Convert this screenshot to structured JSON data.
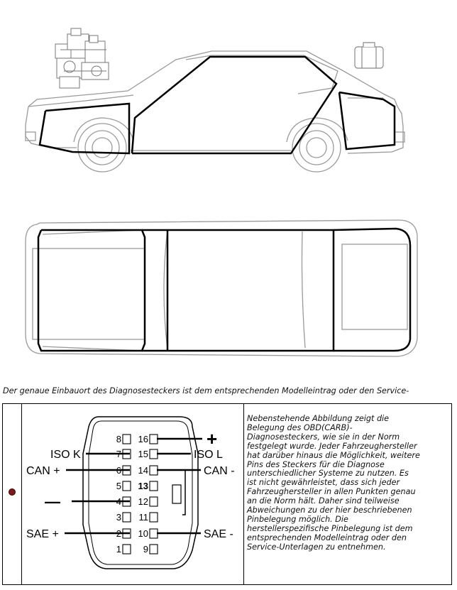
{
  "caption": "Der genaue Einbauort des Diagnosesteckers ist dem entsprechenden Modelleintrag oder den Service-",
  "description_lines": [
    "Nebenstehende Abbildung zeigt die",
    "Belegung des OBD(CARB)-",
    "Diagnosesteckers, wie sie in der Norm",
    "festgelegt wurde. Jeder Fahrzeughersteller",
    "hat darüber hinaus die Möglichkeit, weitere",
    "Pins des Steckers für die Diagnose",
    "unterschiedlicher Systeme zu nutzen. Es",
    "ist nicht gewährleistet, dass sich jeder",
    "Fahrzeughersteller in allen Punkten genau",
    "an die Norm hält. Daher sind teilweise",
    "Abweichungen zu der hier beschriebenen",
    "Pinbelegung möglich. Die",
    "herstellerspezifische Pinbelegung ist dem",
    "entsprechenden Modelleintrag oder den",
    "Service-Unterlagen zu entnehmen."
  ],
  "connector": {
    "pins_left": [
      "8",
      "7",
      "6",
      "5",
      "4",
      "3",
      "2",
      "1"
    ],
    "pins_right": [
      "16",
      "15",
      "14",
      "13",
      "12",
      "11",
      "10",
      "9"
    ],
    "labels": {
      "plus": "+",
      "minus": "—",
      "iso_k": "ISO K",
      "iso_l": "ISO L",
      "can_plus": "CAN +",
      "can_minus": "CAN -",
      "sae_plus": "SAE +",
      "sae_minus": "SAE -"
    }
  },
  "icons": [
    "engine-icon",
    "luggage-icon",
    "bullet-dot-icon"
  ]
}
